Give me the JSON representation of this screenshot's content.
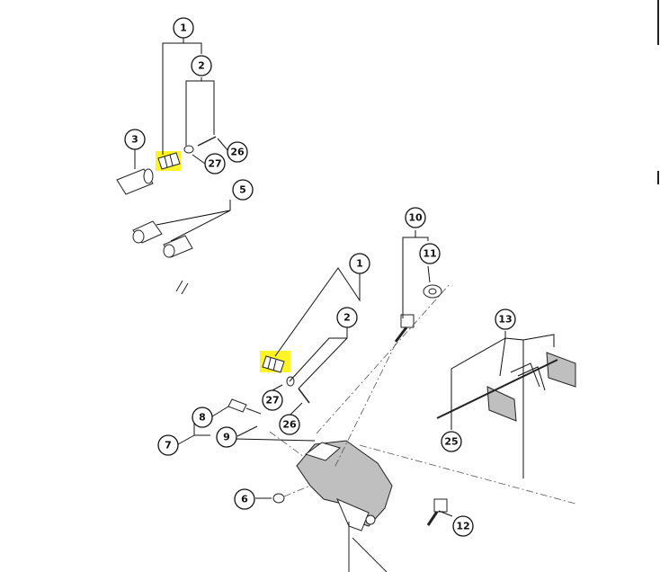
{
  "callouts": [
    {
      "n": "1"
    },
    {
      "n": "2"
    },
    {
      "n": "3"
    },
    {
      "n": "26"
    },
    {
      "n": "27"
    },
    {
      "n": "5"
    },
    {
      "n": "10"
    },
    {
      "n": "11"
    },
    {
      "n": "1"
    },
    {
      "n": "2"
    },
    {
      "n": "13"
    },
    {
      "n": "27"
    },
    {
      "n": "26"
    },
    {
      "n": "8"
    },
    {
      "n": "7"
    },
    {
      "n": "9"
    },
    {
      "n": "25"
    },
    {
      "n": "6"
    },
    {
      "n": "12"
    }
  ],
  "colors": {
    "highlight": "#fff200",
    "line": "#111111",
    "part_fill": "#bfbfbf"
  }
}
